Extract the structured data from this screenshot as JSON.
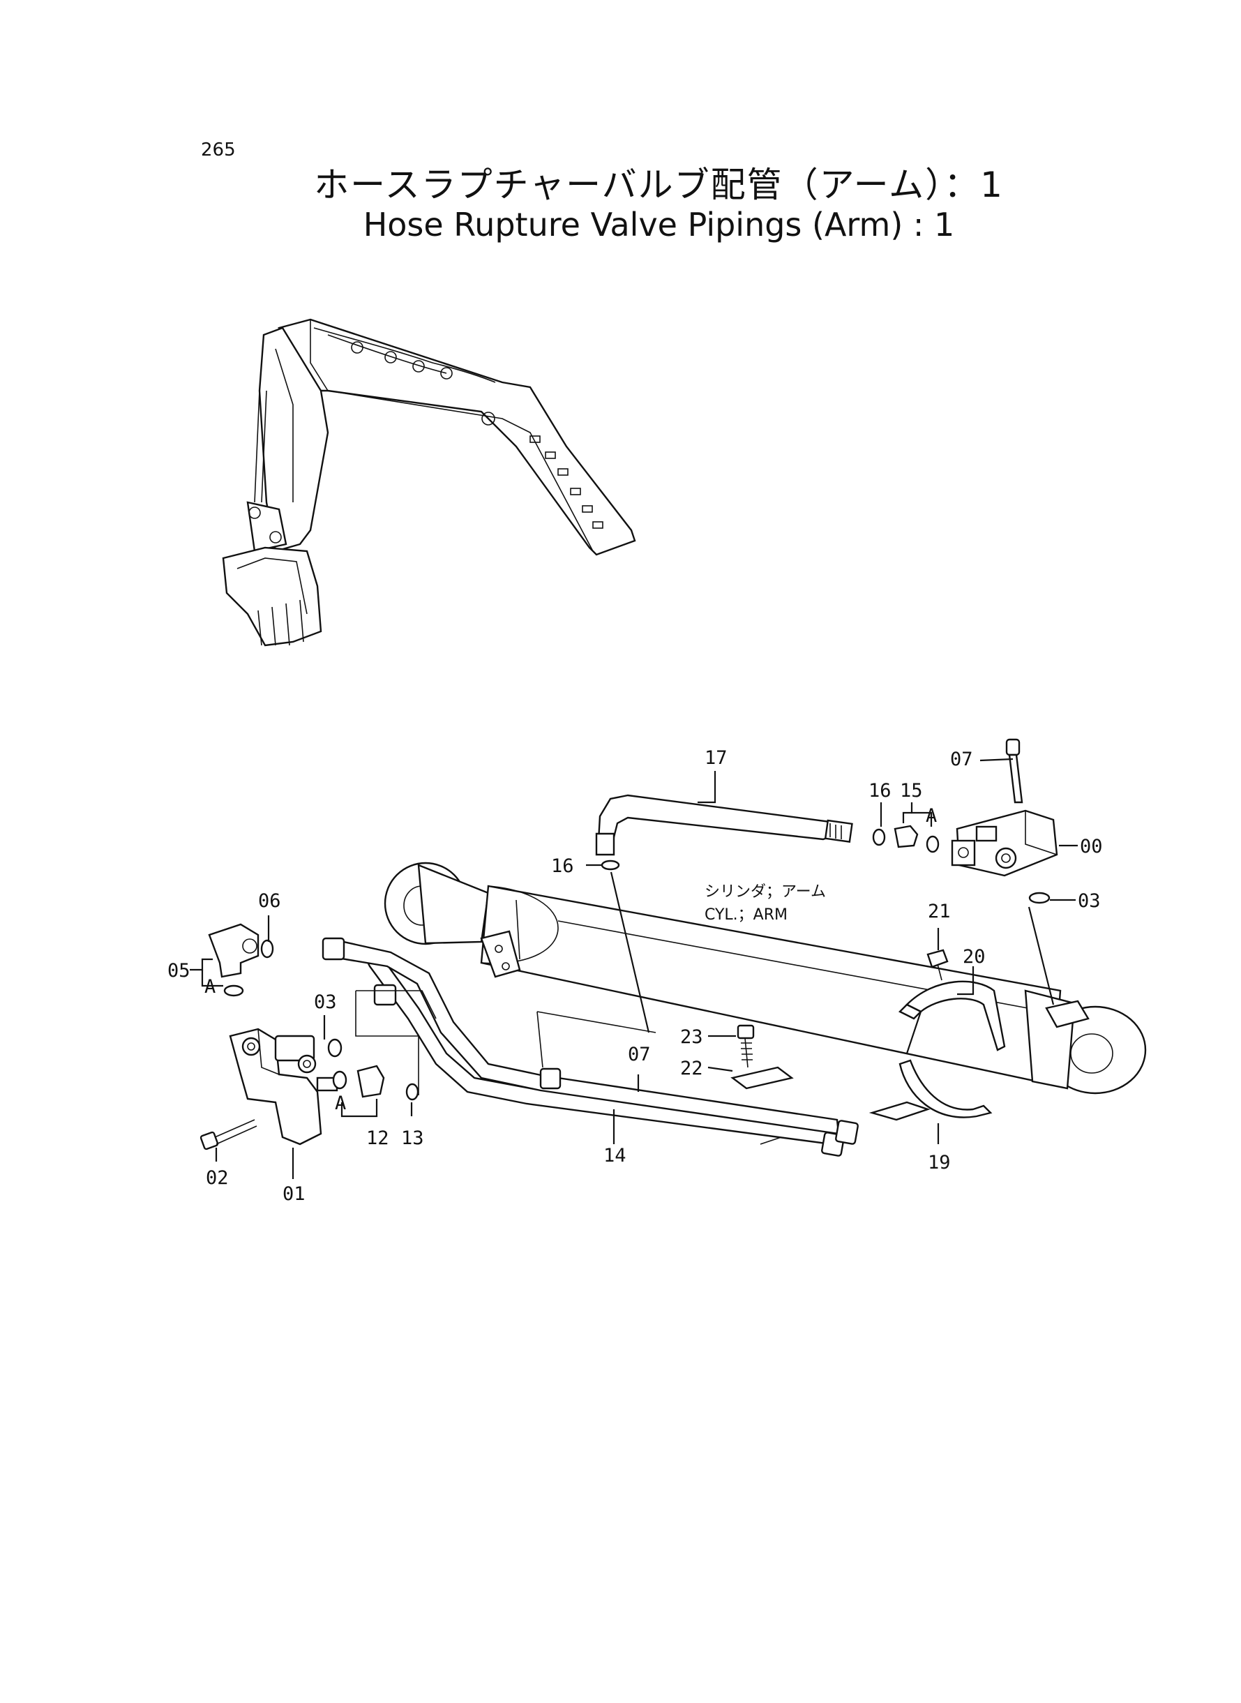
{
  "page": {
    "number": "265"
  },
  "title": {
    "japanese": "ホースラプチャーバルブ配管（アーム）：1",
    "english": "Hose Rupture Valve Pipings (Arm) : 1"
  },
  "diagram": {
    "cylinder_label_jp": "シリンダ；アーム",
    "cylinder_label_en": "CYL.；ARM",
    "callouts": {
      "p00": "00",
      "p01": "01",
      "p02": "02",
      "p03a": "03",
      "p03b": "03",
      "p05": "05",
      "p06": "06",
      "p07a": "07",
      "p07b": "07",
      "p12": "12",
      "p13": "13",
      "p14": "14",
      "p15": "15",
      "p16a": "16",
      "p16b": "16",
      "p17": "17",
      "p19": "19",
      "p20": "20",
      "p21": "21",
      "p22": "22",
      "p23": "23",
      "markA1": "A",
      "markA2": "A",
      "markA3": "A"
    }
  }
}
